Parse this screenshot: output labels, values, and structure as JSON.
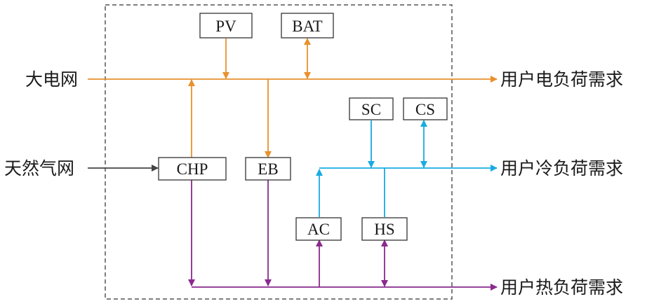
{
  "inputs": {
    "grid": "大电网",
    "gas": "天然气网"
  },
  "outputs": {
    "electric": "用户电负荷需求",
    "cooling": "用户冷负荷需求",
    "heating": "用户热负荷需求"
  },
  "components": {
    "pv": "PV",
    "bat": "BAT",
    "sc": "SC",
    "cs": "CS",
    "chp": "CHP",
    "eb": "EB",
    "ac": "AC",
    "hs": "HS"
  },
  "colors": {
    "electric": "#E8912D",
    "cooling": "#1AABE0",
    "heating": "#8A2A8E",
    "gas": "#444444",
    "boundary": "#555555",
    "box": "#333333"
  }
}
